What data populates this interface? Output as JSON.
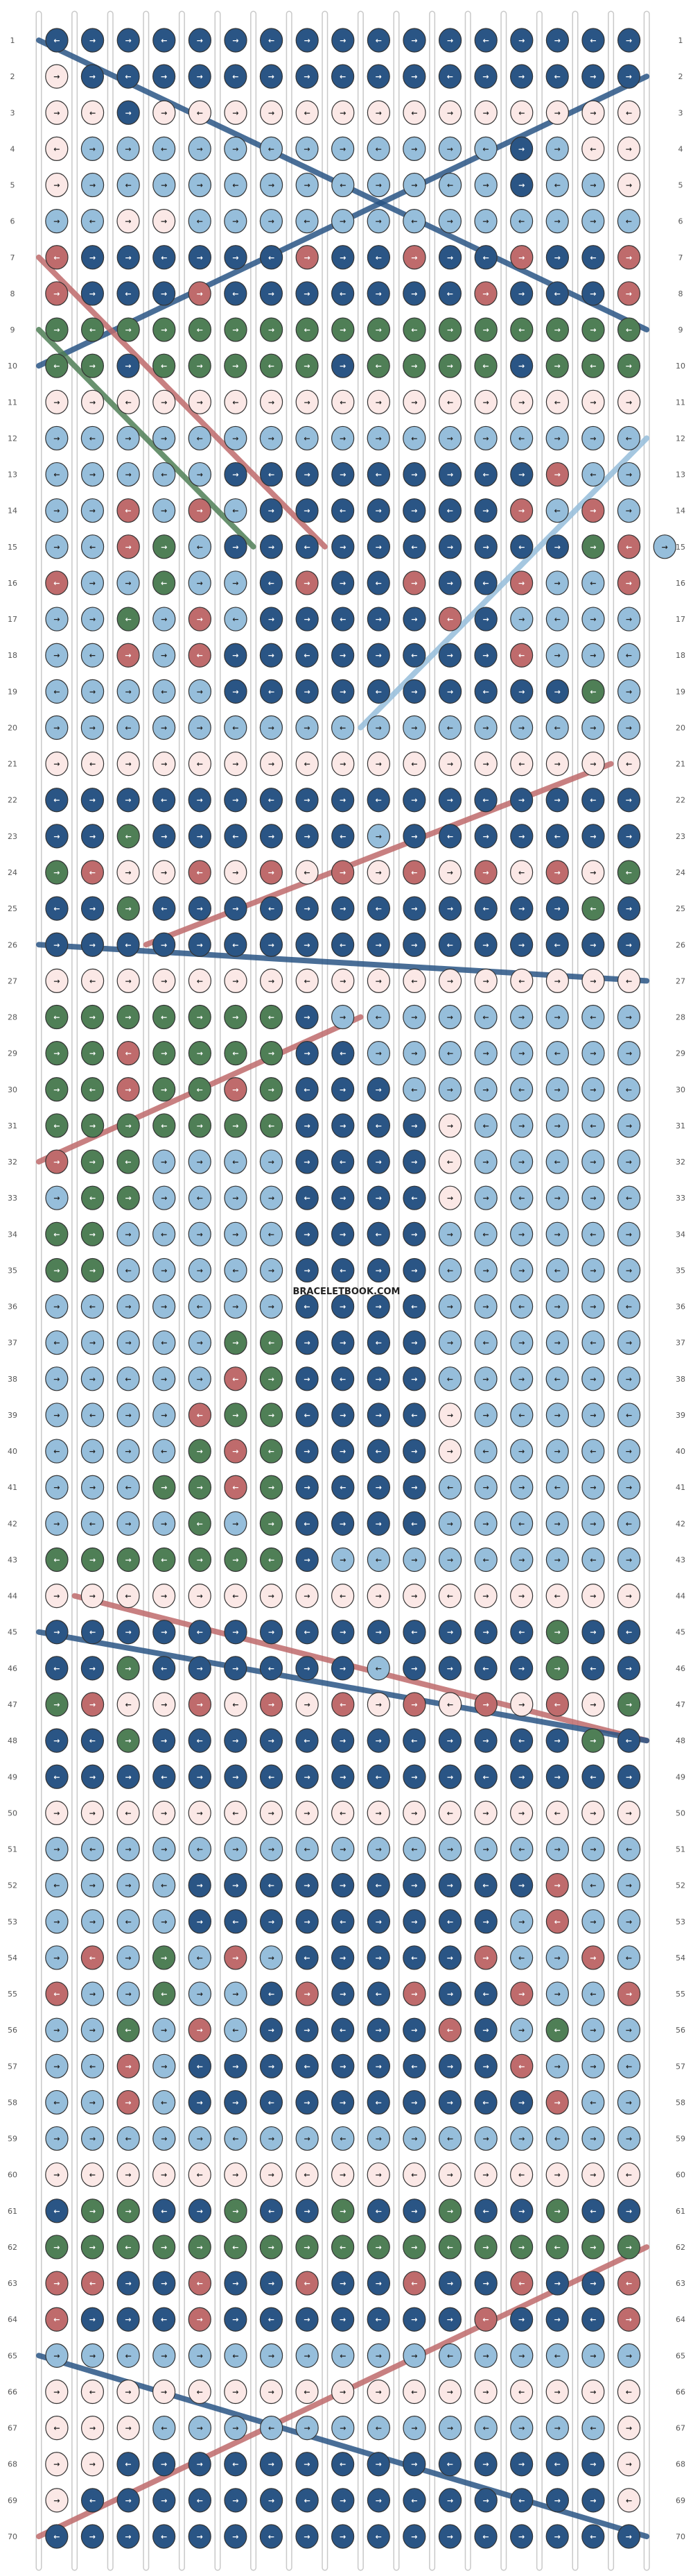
{
  "watermark": "BRACELETBOOK.COM",
  "row_count": 70,
  "strand_count": 18,
  "palette": {
    "N": "#2a5585",
    "P": "#fbe8e6",
    "B": "#96bedb",
    "R": "#bf6b6c",
    "G": "#4f7f56"
  },
  "color_names": {
    "N": "navy",
    "P": "pale-pink",
    "B": "light-blue",
    "R": "dusty-red",
    "G": "green"
  },
  "rows": [
    "NNNNNNNNNNNNNNNNN",
    "PNNNNNNNNNNNNNNNN",
    "PPNPPPPPPPPPPPPPP",
    "PBBBBBBBBBBBBNBPP",
    "PBBBBBBBBBBBBNBBP",
    "BBPPBBBBBBBBBBBBB",
    "RNNNNNNRNNRNNRNNR",
    "RNNNRNNNNNNNRNNNR",
    "GGGGGGGGGGGGGGGGG",
    "GGNGGGGGNGGGGNGGG",
    "PPPPPPPPPPPPPPPPP",
    "BBBBBBBBBBBBBBBBB",
    "BBBBBNNNNNNNNNRBB",
    "BBRBRBNNNNNNNRBRB",
    "BBRGBNNNNNNNNNNGRB",
    "RBBGBBNRNNRNNRBBR",
    "BBGBRBNNNNNRNBBBB",
    "BBRBRNNNNNNNNRBBB",
    "BBBBBNNNNNNNNNNGB",
    "BBBBBBBBBBBBBBBBB",
    "PPPPPPPPPPPPPPPPP",
    "NNNNNNNNNNNNNNNNN",
    "NNGNNNNNNBNNNNNNN",
    "GRPPRPRPRPRPRPRPG",
    "NNGNNNNNNNNNNNNGN",
    "NNNNNNNNNNNNNNNNN",
    "PPPPPPPPPPPPPPPPP",
    "GGGGGGGNBBBBBBBBB",
    "GGRGGGGNNBBBBBBBB",
    "GGRGGRGNNNBBBBBBB",
    "GGGGGGGNNNNPBBBBB",
    "RGGBBBBNNNNPBBBBB",
    "BGGBBBBNNNNPBBBBB",
    "GGBBBBBNNNNBBBBBB",
    "GGBBBBBNNNNBBBBBB",
    "BBBBBBBNNNNBBBBBB",
    "BBBBBGGNNNNBBBBBB",
    "BBBBBRGNNNNBBBBBB",
    "BBBBRGGNNNNPBBBBB",
    "BBBBGRGNNNNPBBBBB",
    "BBBGGRGNNNNBBBBBB",
    "BBBBGBGNNNNBBBBBB",
    "GGGGGGGNBBBBBBBBB",
    "PPPPPPPPPPPPPPPPP",
    "NNNNNNNNNNNNNNGNN",
    "NNGNNNNNNBNNNNGNN",
    "GRPPRPRPRPRPRPRPG",
    "NNGNNNNNNNNNNNNGN",
    "NNNNNNNNNNNNNNNNN",
    "PPPPPPPPPPPPPPPPP",
    "BBBBBBBBBBBBBBBBB",
    "BBBBNNNNNNNNNNRBB",
    "BBBBNNNNNNNNNBRBB",
    "BRBGBRBNNNNNRBBRB",
    "RBBGBBNRNNRNNRBBR",
    "BBGBRBNNNNNRNBGBB",
    "BBRBNNNNNNNNNRBBB",
    "BBRBNNNNNNNNNNRBB",
    "BBBBBBBBBBBBBBBBB",
    "PPPPPPPPPPPPPPPPP",
    "NGGNNGNNGNNGNNGNN",
    "GGGGGGGGGGGGGGGGG",
    "RRNNRNNRNNRNNRNNR",
    "RNNNRNNNNNNNRNNNR",
    "BBBBBBBBBBBBBBBBB",
    "PPPPPPPPPPPPPPPPP",
    "PPPBBBBBBBBBBBBBP",
    "PPNNNNNNNNNNNNNNP",
    "PNNNNNNNNNNNNNNNP",
    "NNNNNNNNNNNNNNNNN"
  ],
  "left_strands": [
    "N",
    "P",
    "P",
    "B",
    "B",
    "B",
    "R",
    "R",
    "G",
    "G",
    "P",
    "B",
    "N",
    "B",
    "R",
    "B",
    "N",
    "P"
  ],
  "right_strands": [
    "N",
    "P",
    "P",
    "B",
    "B",
    "B",
    "R",
    "R",
    "G",
    "G",
    "P",
    "B",
    "N",
    "B",
    "R",
    "B",
    "N",
    "P"
  ]
}
